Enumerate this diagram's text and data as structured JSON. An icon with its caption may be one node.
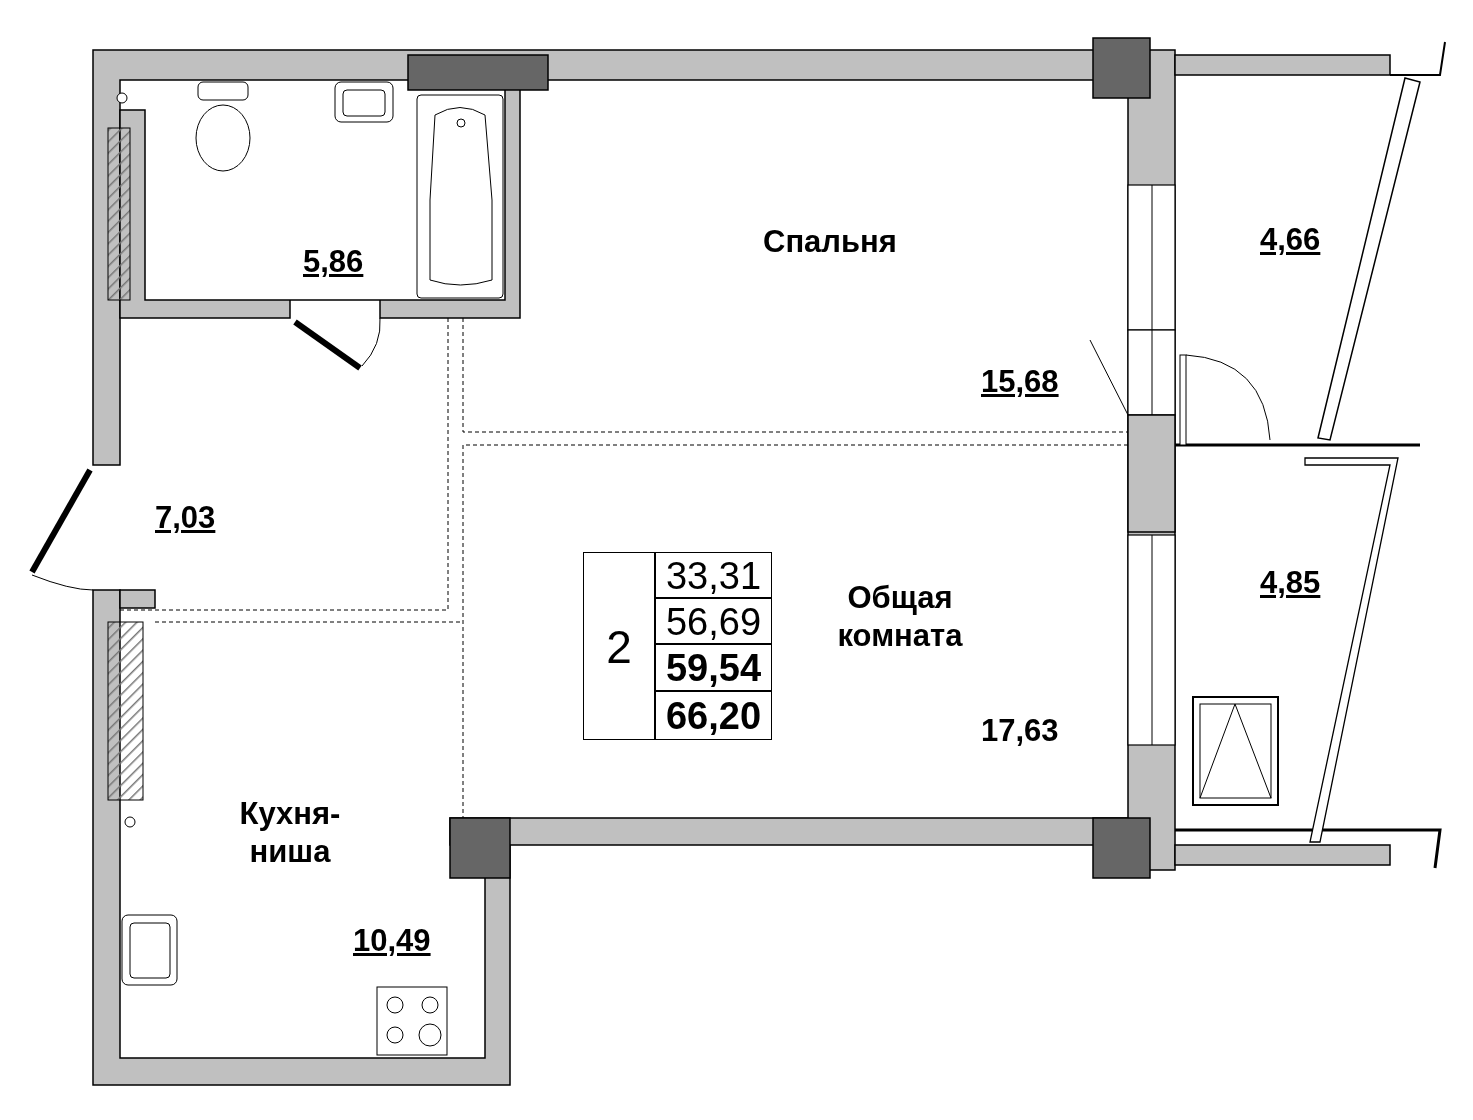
{
  "diagram": {
    "labels": [
      "5,86",
      "Спальня",
      "4,66",
      "15,68",
      "7,03",
      "2",
      "33,31",
      "56,69",
      "Общая комната",
      "4,85",
      "59,54",
      "66,20",
      "17,63",
      "Кухня-ниша",
      "10,49"
    ]
  }
}
